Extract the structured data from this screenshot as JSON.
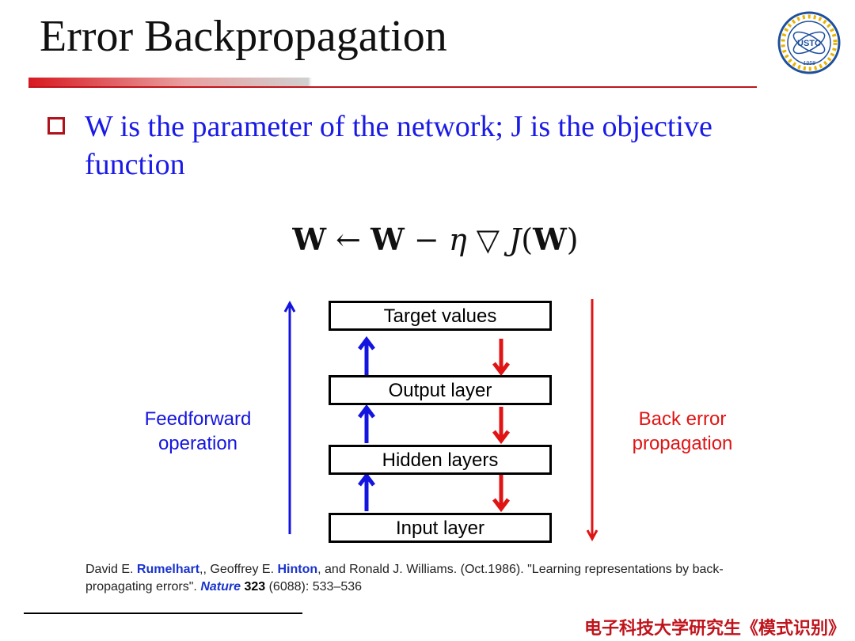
{
  "slide": {
    "title": "Error Backpropagation",
    "bullet": "W is the parameter of the network; J is the objective function",
    "formula": {
      "lhs": "W",
      "arrow": "←",
      "rhs_w": "W",
      "minus": "−",
      "eta": "η",
      "nabla": "▽",
      "j": "J",
      "open": "(",
      "arg": "W",
      "close": ")"
    }
  },
  "logo": {
    "text": "USTC",
    "year": "1958"
  },
  "diagram": {
    "layers": [
      "Target values",
      "Output layer",
      "Hidden layers",
      "Input layer"
    ],
    "left_label_line1": "Feedforward",
    "left_label_line2": "operation",
    "right_label_line1": "Back error",
    "right_label_line2": "propagation",
    "colors": {
      "forward": "#1414e0",
      "backward": "#e01414",
      "title_rule": "#c0141c"
    }
  },
  "citation": {
    "p1": "David E. ",
    "author1": "Rumelhart",
    "p2": ",, Geoffrey E. ",
    "author2": "Hinton",
    "p3": ", and Ronald J. Williams. (Oct.1986). \"Learning representations by back-propagating errors\". ",
    "journal": "Nature",
    "volume": "323",
    "p4": " (6088): 533–536"
  },
  "footer": {
    "text": "电子科技大学研究生《模式识别》"
  }
}
